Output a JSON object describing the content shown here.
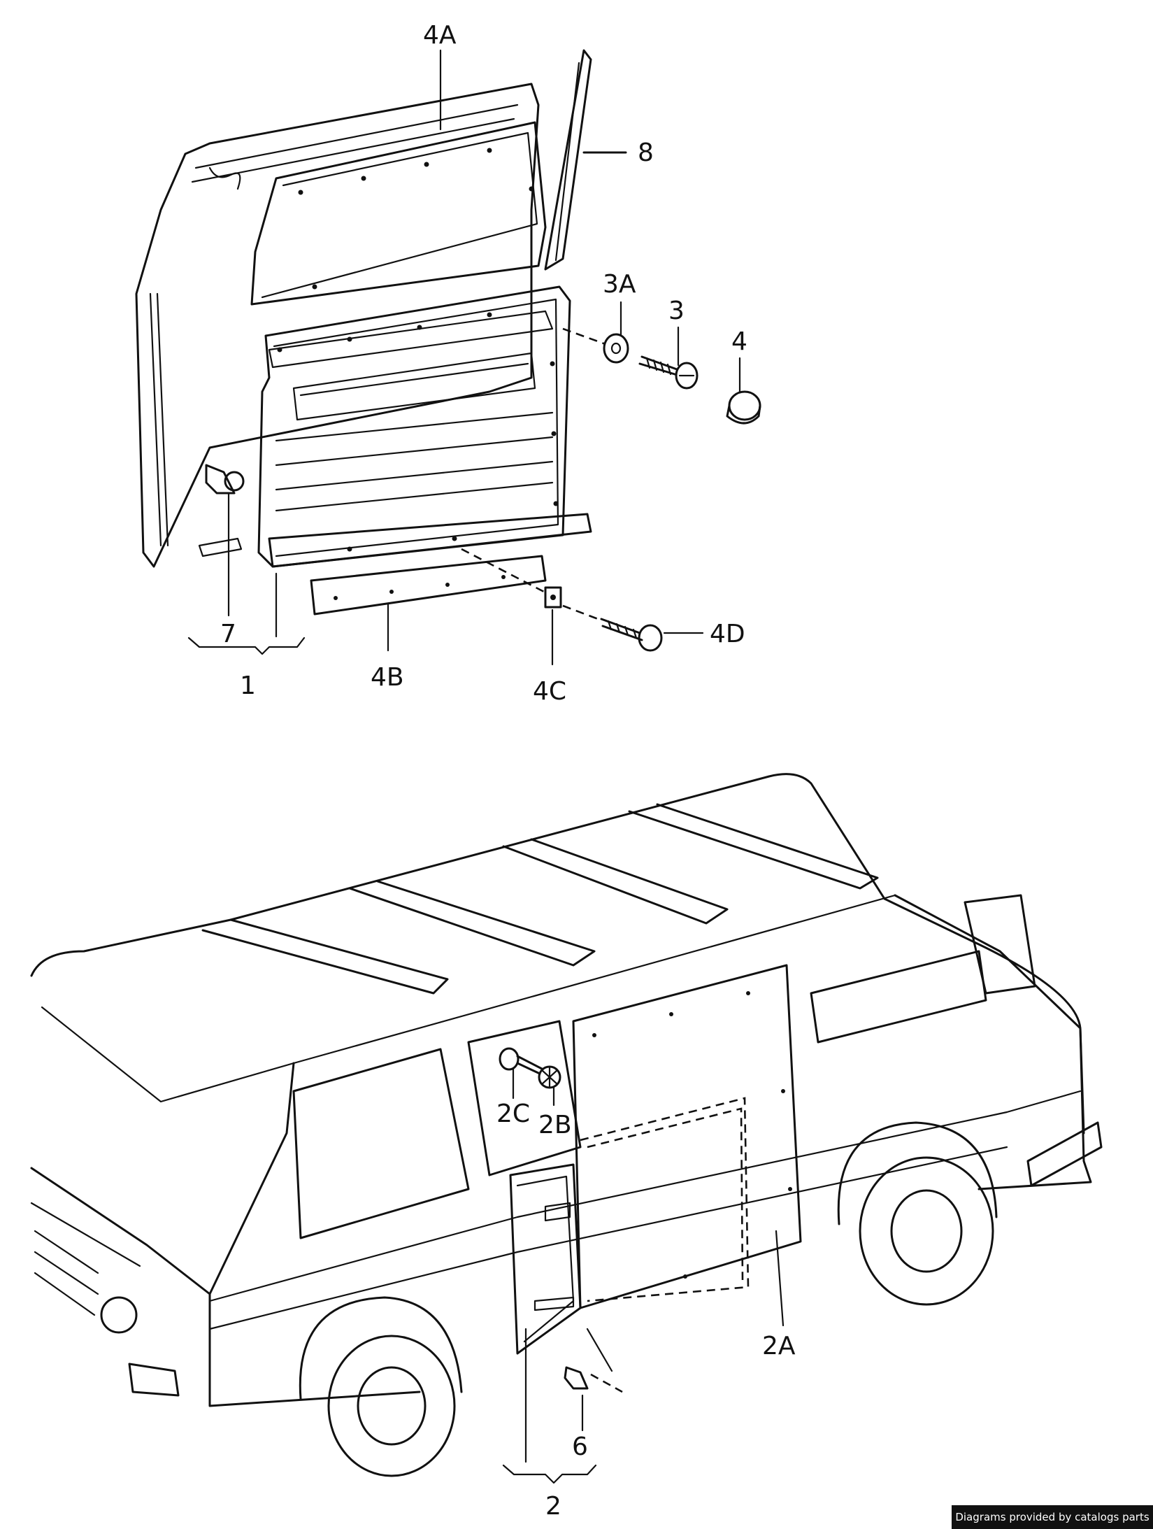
{
  "callouts": {
    "c4A": "4A",
    "c8": "8",
    "c3A": "3A",
    "c3": "3",
    "c4": "4",
    "c7": "7",
    "c1": "1",
    "c4B": "4B",
    "c4C": "4C",
    "c4D": "4D",
    "c2C": "2C",
    "c2B": "2B",
    "c2A": "2A",
    "c6": "6",
    "c2": "2"
  },
  "credit": "Diagrams provided by catalogs parts"
}
